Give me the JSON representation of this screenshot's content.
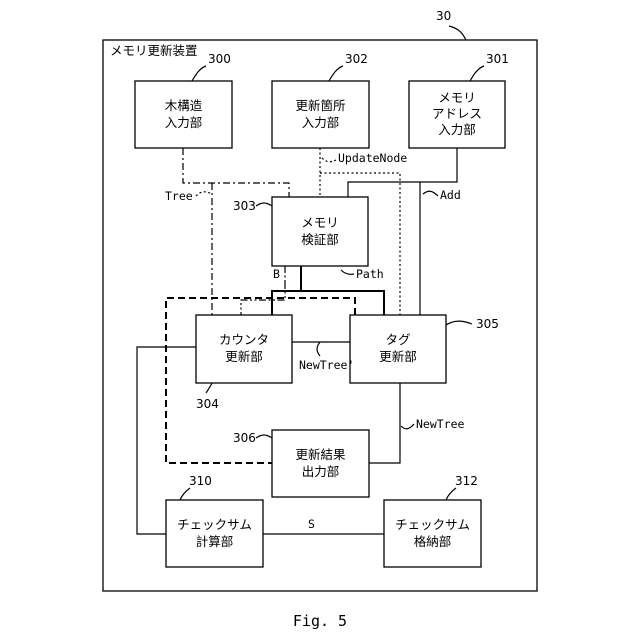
{
  "diagram": {
    "device_ref": "30",
    "device_label": "メモリ更新装置",
    "figure_caption": "Fig. 5",
    "blocks": {
      "tree_input": {
        "ref": "300",
        "lines": [
          "木構造",
          "入力部"
        ]
      },
      "update_input": {
        "ref": "302",
        "lines": [
          "更新箇所",
          "入力部"
        ]
      },
      "address_input": {
        "ref": "301",
        "lines": [
          "メモリ",
          "アドレス",
          "入力部"
        ]
      },
      "memory_verify": {
        "ref": "303",
        "lines": [
          "メモリ",
          "検証部"
        ]
      },
      "counter_update": {
        "ref": "304",
        "lines": [
          "カウンタ",
          "更新部"
        ]
      },
      "tag_update": {
        "ref": "305",
        "lines": [
          "タグ",
          "更新部"
        ]
      },
      "result_output": {
        "ref": "306",
        "lines": [
          "更新結果",
          "出力部"
        ]
      },
      "checksum_calc": {
        "ref": "310",
        "lines": [
          "チェックサム",
          "計算部"
        ]
      },
      "checksum_store": {
        "ref": "312",
        "lines": [
          "チェックサム",
          "格納部"
        ]
      }
    },
    "signals": {
      "tree": "Tree",
      "update_node": "UpdateNode",
      "add": "Add",
      "b": "B",
      "path": "Path",
      "new_tree_prime": "NewTree'",
      "new_tree": "NewTree",
      "s": "S"
    }
  }
}
